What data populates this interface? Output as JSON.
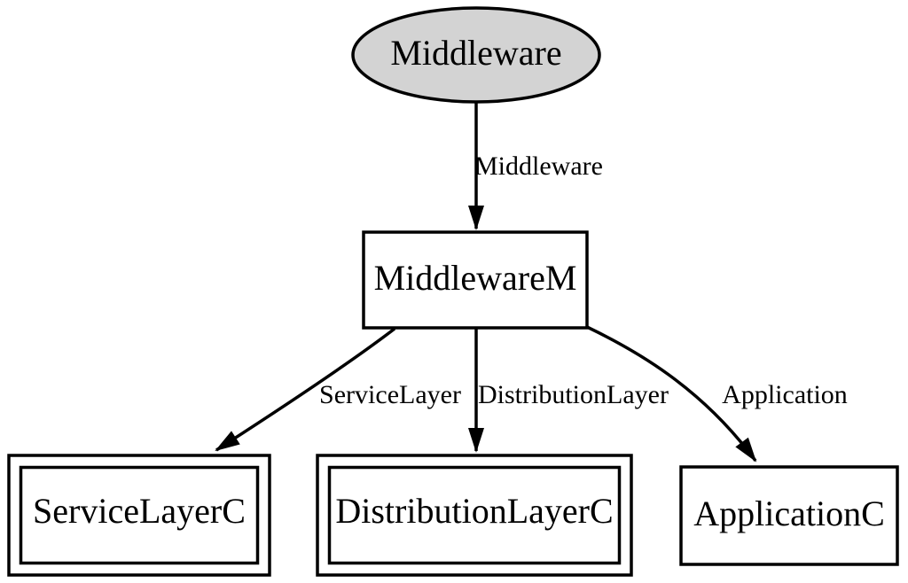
{
  "diagram": {
    "background": "#ffffff",
    "line_color": "#000000",
    "text_color": "#000000",
    "nodes": [
      {
        "id": "middleware",
        "label": "Middleware",
        "shape": "ellipse",
        "fill": "#d3d3d3"
      },
      {
        "id": "middleware-m",
        "label": "MiddlewareM",
        "shape": "box",
        "fill": "#ffffff"
      },
      {
        "id": "service-layer-c",
        "label": "ServiceLayerC",
        "shape": "double-box",
        "fill": "#ffffff"
      },
      {
        "id": "distribution-layer-c",
        "label": "DistributionLayerC",
        "shape": "double-box",
        "fill": "#ffffff"
      },
      {
        "id": "application-c",
        "label": "ApplicationC",
        "shape": "box",
        "fill": "#ffffff"
      }
    ],
    "edges": [
      {
        "from": "Middleware",
        "to": "MiddlewareM",
        "label": "Middleware"
      },
      {
        "from": "MiddlewareM",
        "to": "ServiceLayerC",
        "label": "ServiceLayer"
      },
      {
        "from": "MiddlewareM",
        "to": "DistributionLayerC",
        "label": "DistributionLayer"
      },
      {
        "from": "MiddlewareM",
        "to": "ApplicationC",
        "label": "Application"
      }
    ]
  }
}
